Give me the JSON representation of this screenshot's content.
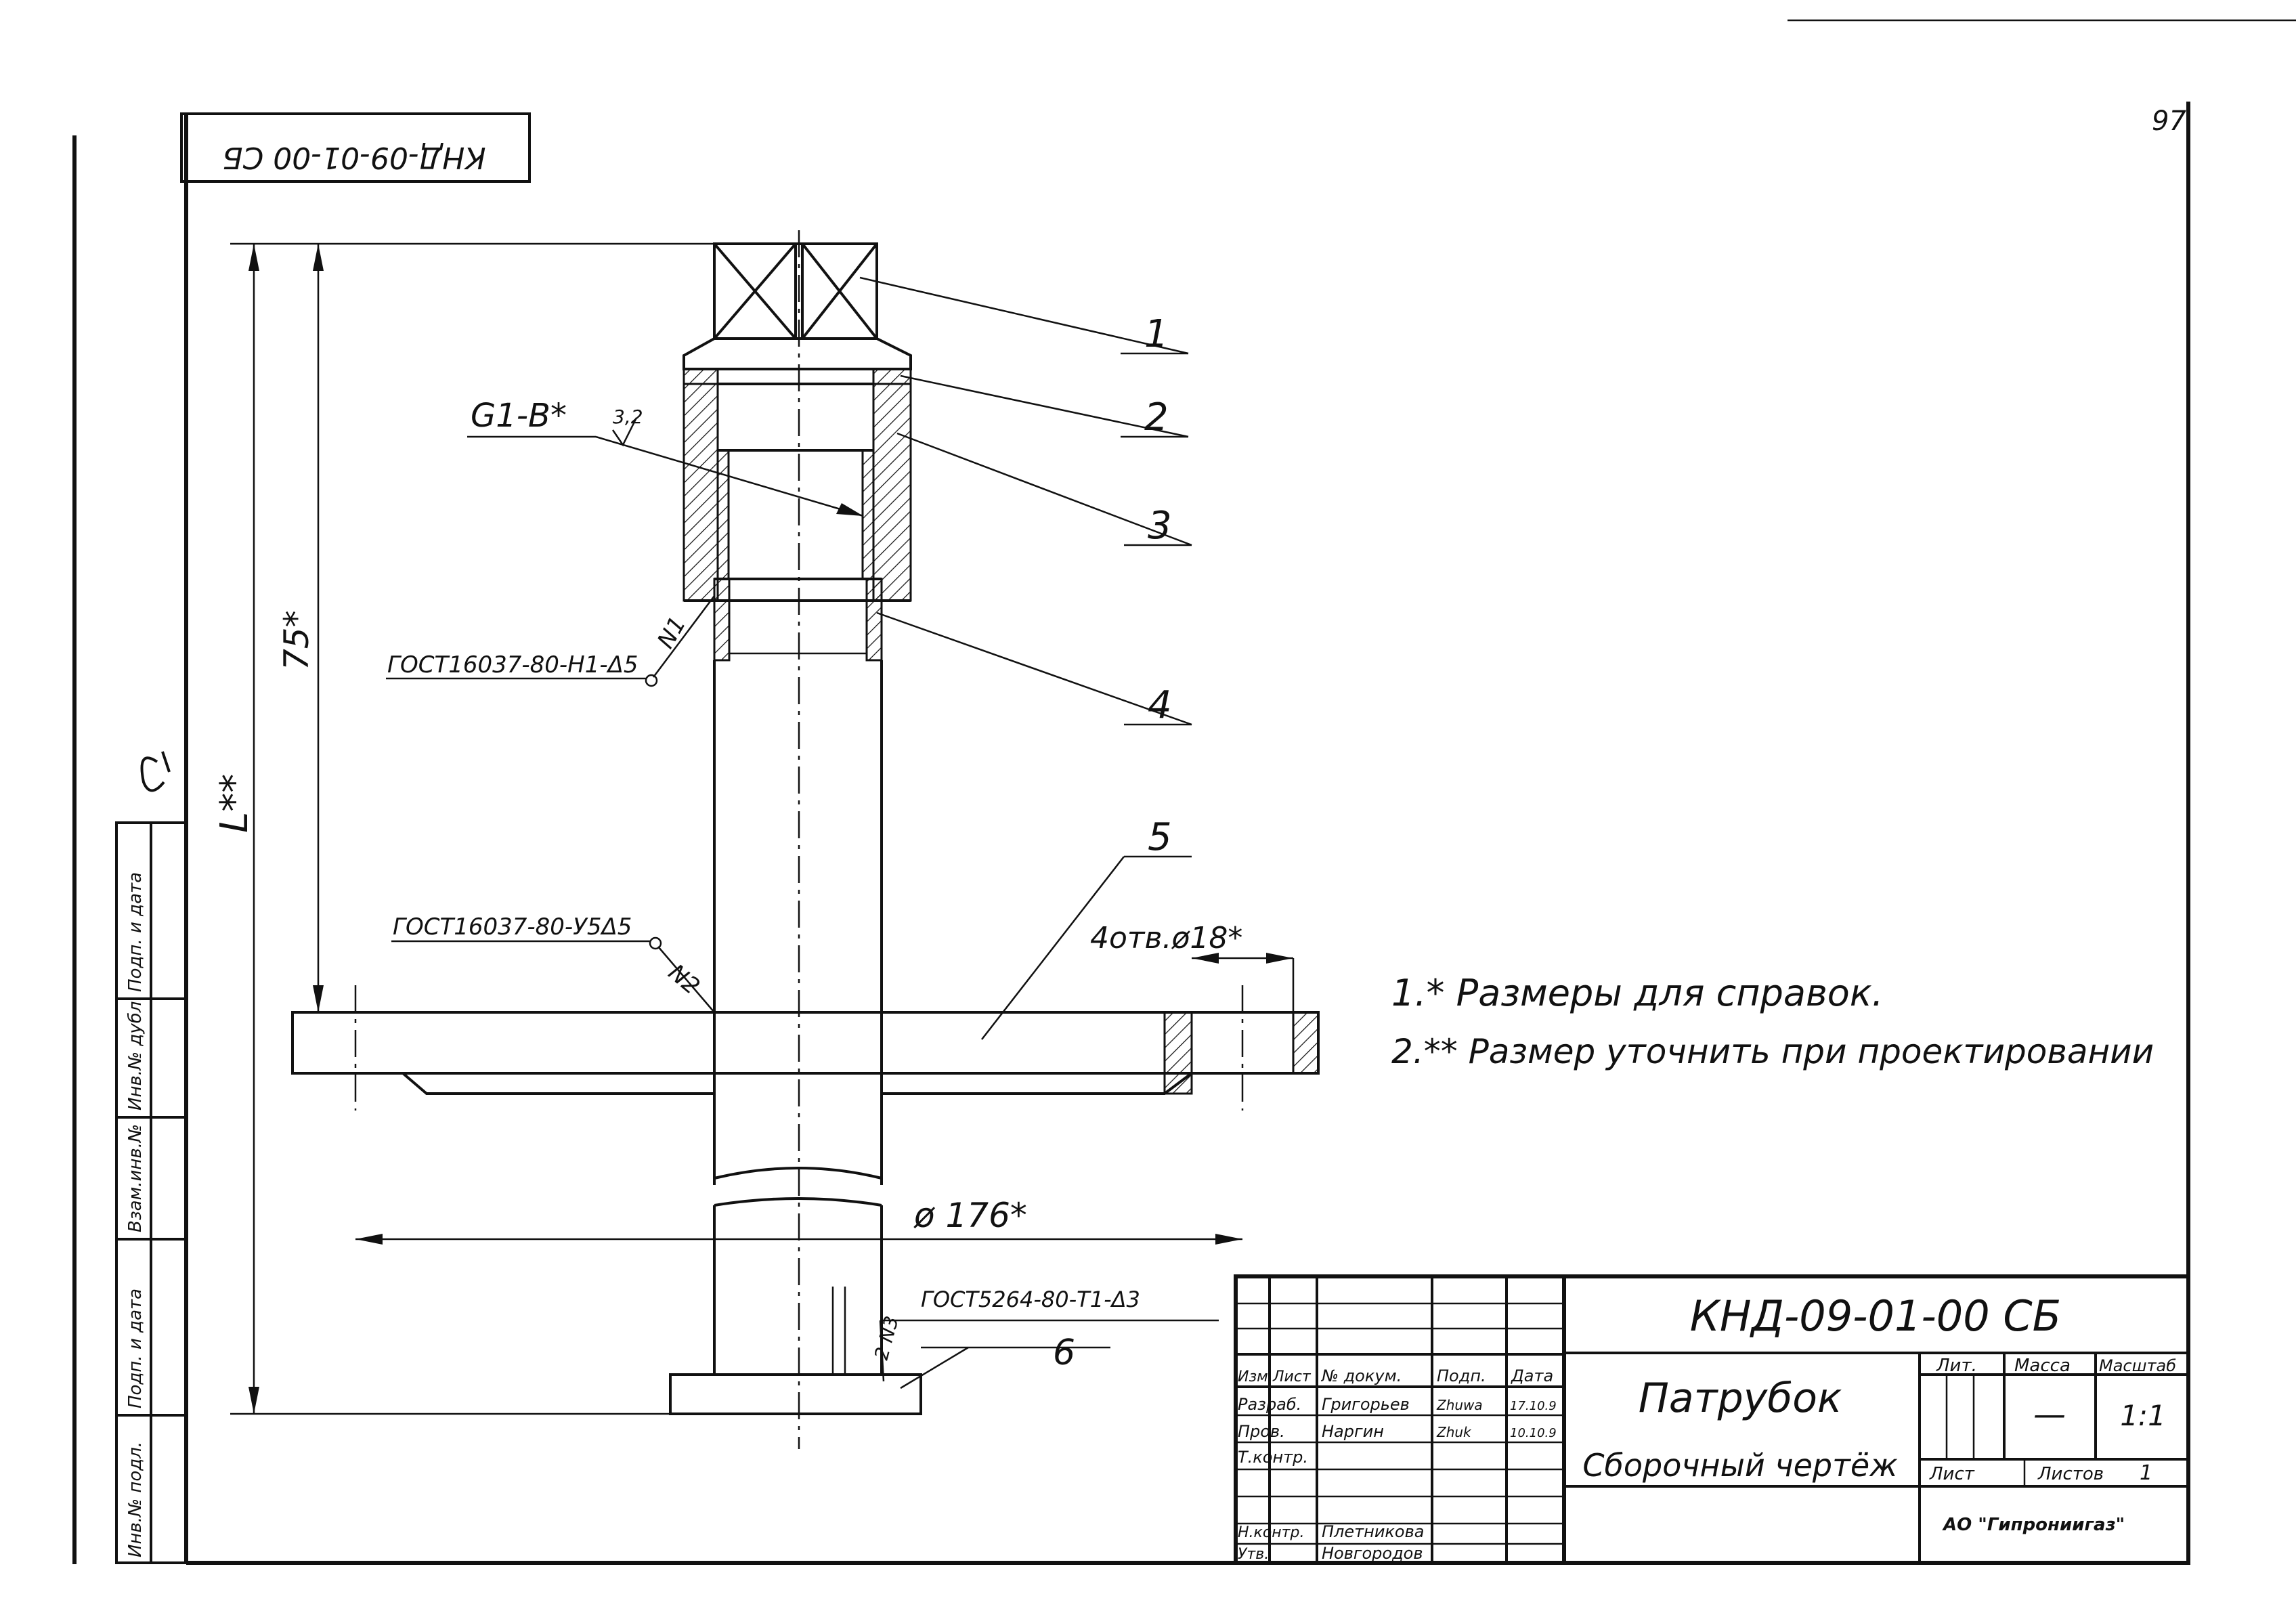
{
  "page_number": "97",
  "corner_designation_rotated": "КНД-09-01-00 СБ",
  "leaders": [
    {
      "number": "1"
    },
    {
      "number": "2"
    },
    {
      "number": "3"
    },
    {
      "number": "4"
    },
    {
      "number": "5"
    },
    {
      "number": "6"
    }
  ],
  "annotations": {
    "thread": "G1-B*",
    "roughness": "3,2",
    "weld_n1_standard": "ГОСТ16037-80-Н1-Δ5",
    "weld_n1_label": "N1",
    "weld_n2_standard": "ГОСТ16037-80-У5Δ5",
    "weld_n2_label": "N2",
    "weld_n3_standard": "ГОСТ5264-80-Т1-Δ3",
    "weld_n3_label": "2 N3",
    "holes": "4отв.ø18*",
    "dim_75": "75*",
    "dim_L": "L**",
    "dim_diameter": "ø 176*"
  },
  "notes": [
    "1.* Размеры для справок.",
    "2.** Размер уточнить при проектировании"
  ],
  "left_stamp": {
    "labels": [
      "Инв.№ подл.",
      "Подп. и дата",
      "Взам.инв.№",
      "Инв.№ дубл.",
      "Подп. и дата"
    ]
  },
  "title_block": {
    "designation": "КНД-09-01-00 СБ",
    "name": "Патрубок",
    "doc_type": "Сборочный чертёж",
    "headers": [
      "Изм.",
      "Лист",
      "№ докум.",
      "Подп.",
      "Дата"
    ],
    "rows": [
      {
        "role": "Разраб.",
        "name": "Григорьев",
        "sign": "Zhuwa",
        "date": "17.10.9"
      },
      {
        "role": "Пров.",
        "name": "Наргин",
        "sign": "Zhuk",
        "date": "10.10.9"
      },
      {
        "role": "Т.контр.",
        "name": "",
        "sign": "",
        "date": ""
      },
      {
        "role": "Н.контр.",
        "name": "Плетникова",
        "sign": "",
        "date": ""
      },
      {
        "role": "Утв.",
        "name": "Новгородов",
        "sign": "",
        "date": ""
      }
    ],
    "lit_label": "Лит.",
    "mass_label": "Масса",
    "scale_label": "Масштаб",
    "mass_value": "—",
    "scale_value": "1:1",
    "sheet_label": "Лист",
    "sheets_label": "Листов",
    "sheets_value": "1",
    "organization": "АО \"Гипрониигаз\""
  }
}
